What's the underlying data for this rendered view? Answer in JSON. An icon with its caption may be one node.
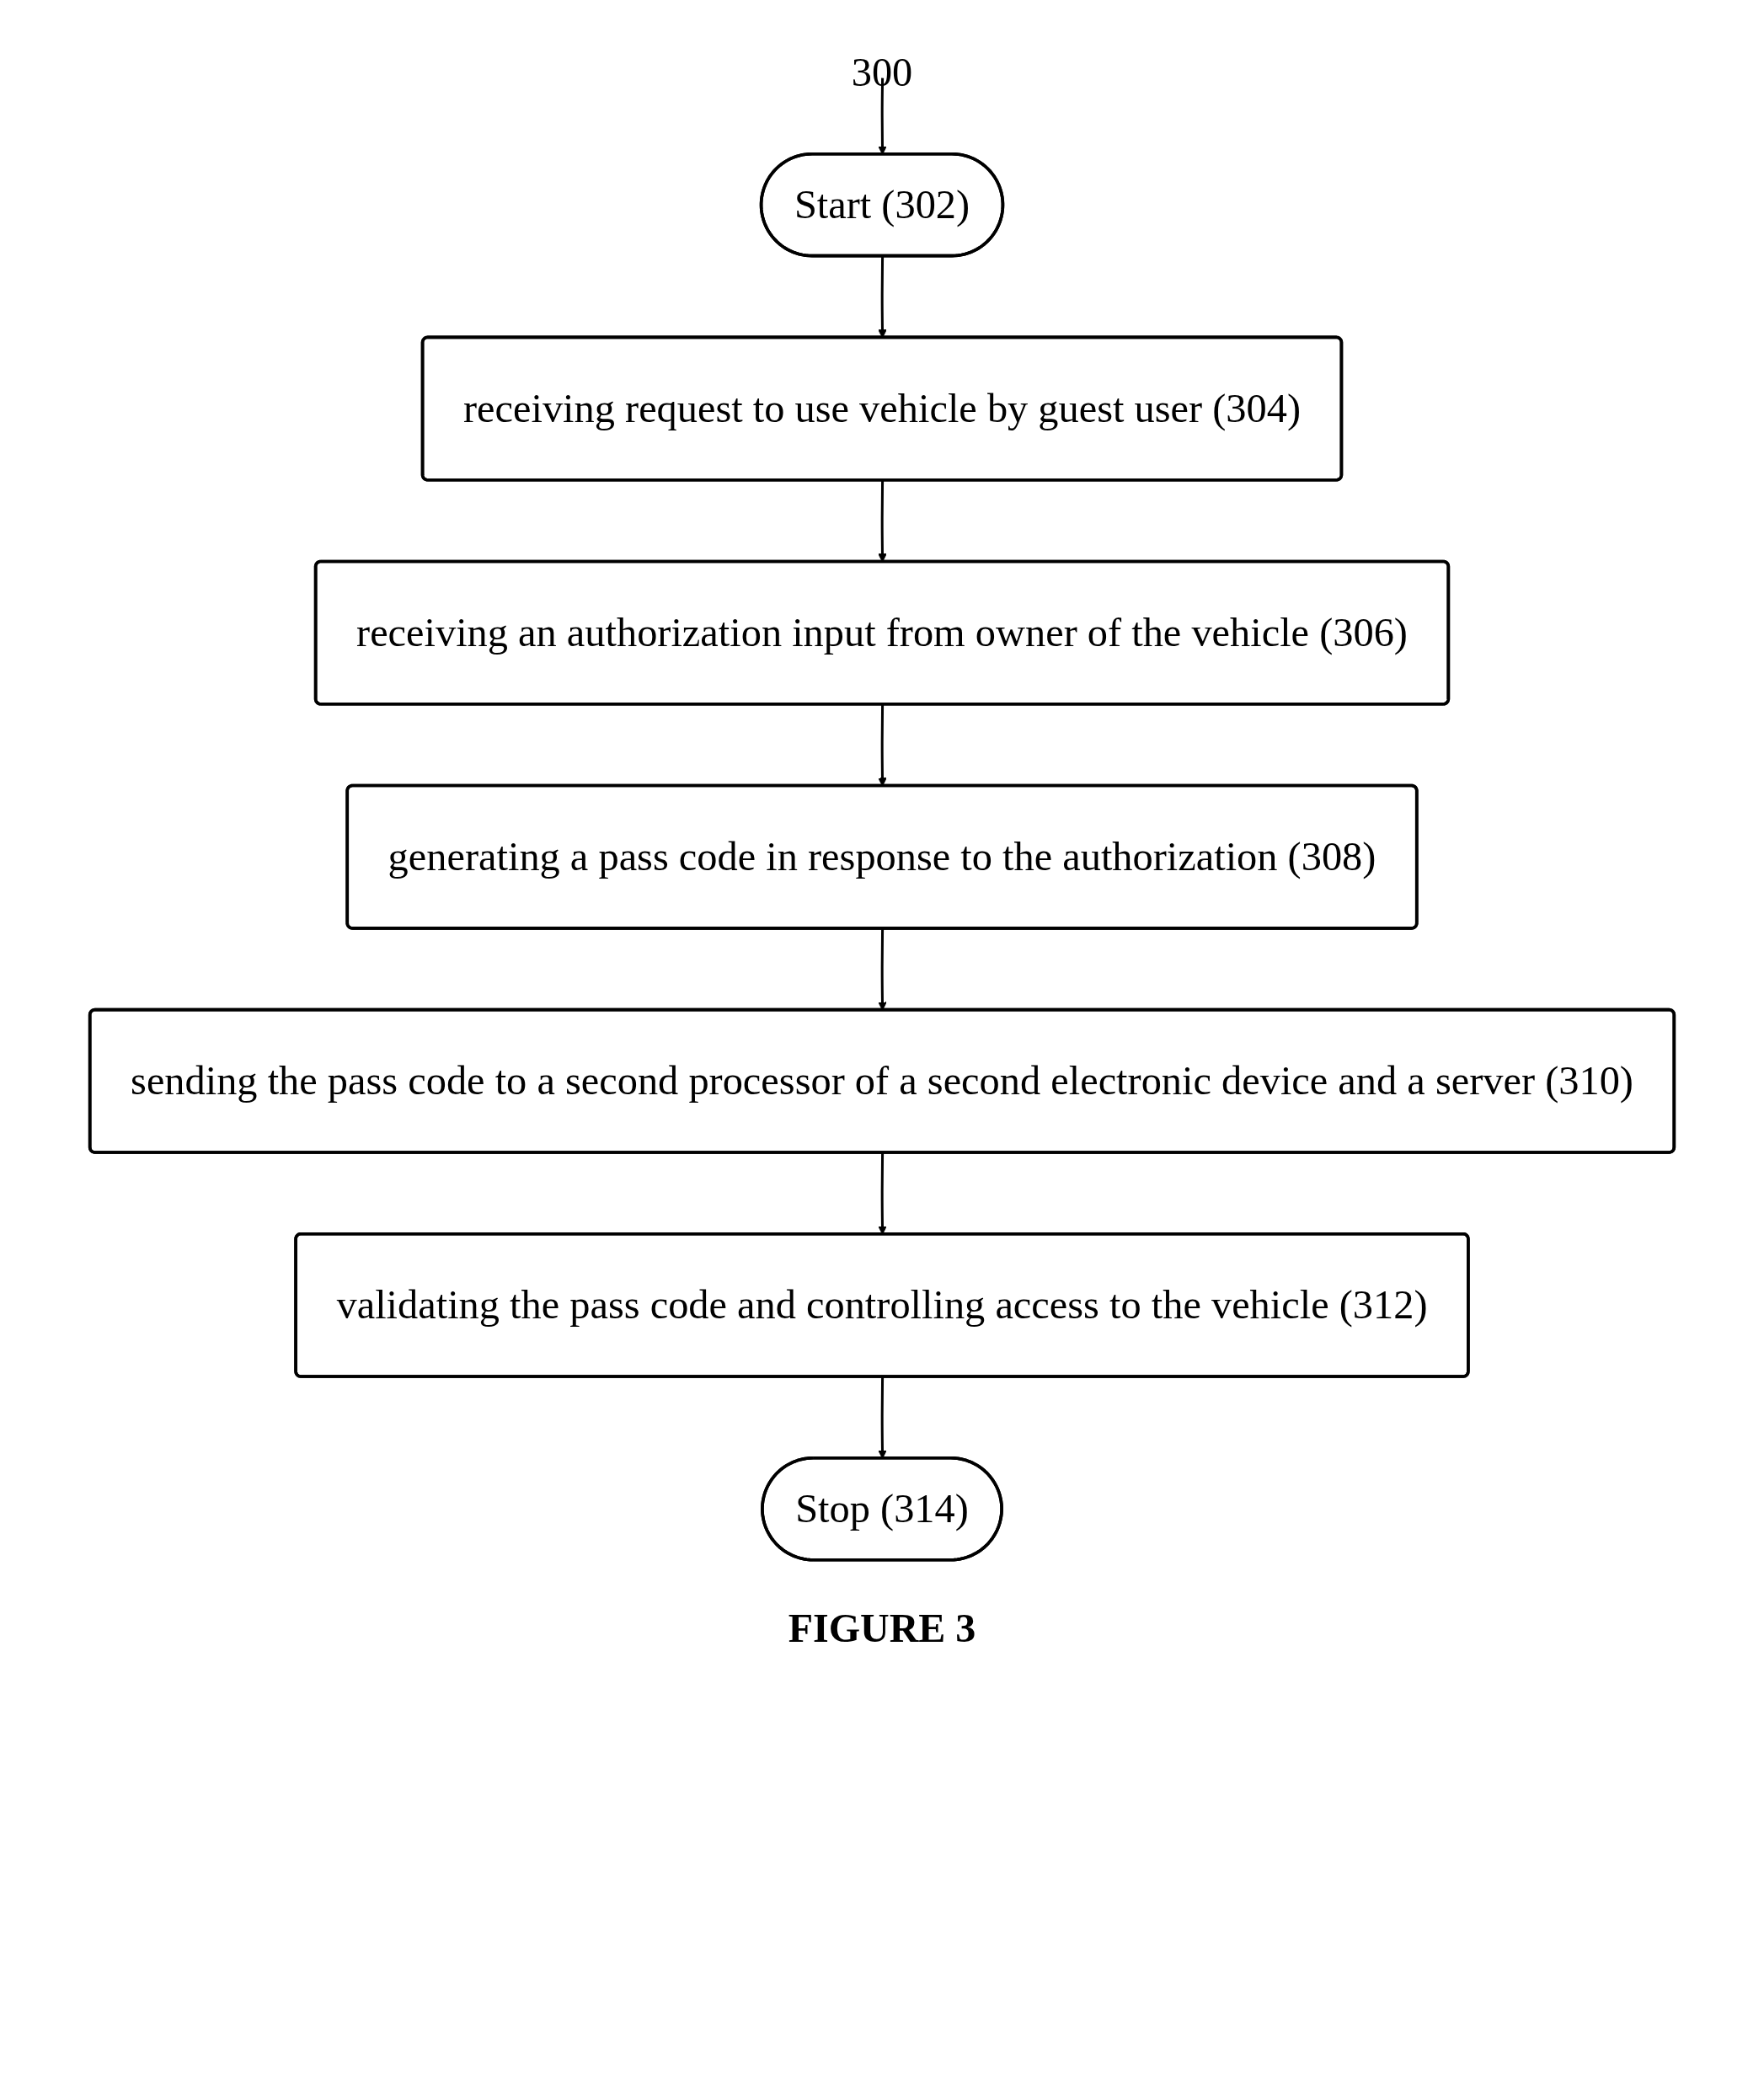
{
  "diagram": {
    "caption": "FIGURE 3",
    "nodes": [
      {
        "text": [
          "300"
        ]
      },
      {
        "text": [
          "Start (302)"
        ]
      },
      {
        "text": [
          "receiving request to use vehicle by guest user (304)"
        ]
      },
      {
        "text": [
          "receiving an authorization input from owner of the vehicle (306)"
        ]
      },
      {
        "text": [
          "generating a pass code in response to the authorization (308)"
        ]
      },
      {
        "text": [
          "sending the pass code to a second processor of a second electronic device and a server (310)"
        ]
      },
      {
        "text": [
          "validating the pass code and controlling access to the vehicle (312)"
        ]
      },
      {
        "text": [
          "Stop (314)"
        ]
      }
    ],
    "edges": [
      {
        "from": 0,
        "to": 1,
        "arrow": "to"
      },
      {
        "from": 1,
        "to": 2,
        "arrow": "to"
      },
      {
        "from": 2,
        "to": 3,
        "arrow": "to"
      },
      {
        "from": 3,
        "to": 4,
        "arrow": "to"
      },
      {
        "from": 4,
        "to": 5,
        "arrow": "to"
      },
      {
        "from": 5,
        "to": 6,
        "arrow": "to"
      },
      {
        "from": 6,
        "to": 7,
        "arrow": "to"
      }
    ]
  }
}
